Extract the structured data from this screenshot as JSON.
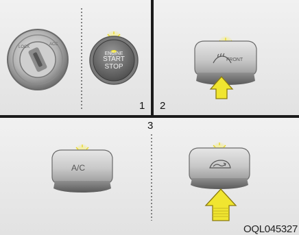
{
  "panels": [
    {
      "number": "1",
      "content": "ignition key cylinder and engine start/stop button"
    },
    {
      "number": "2",
      "content": "front defrost button with indicator light and arrow"
    },
    {
      "number": "3",
      "content": "A/C button and air intake button with arrow"
    }
  ],
  "buttons": {
    "engine_start_stop": {
      "line1": "ENGINE",
      "line2": "START",
      "line3": "STOP"
    },
    "front_defrost": {
      "label": "FRONT"
    },
    "ac": {
      "label": "A/C"
    }
  },
  "figure_code": "OQL045327",
  "colors": {
    "indicator": "#f3e536",
    "arrow_fill": "#f0e530",
    "arrow_stroke": "#8a7a10",
    "button_face": "#c9c9c9",
    "panel_bg": "#ececec"
  }
}
